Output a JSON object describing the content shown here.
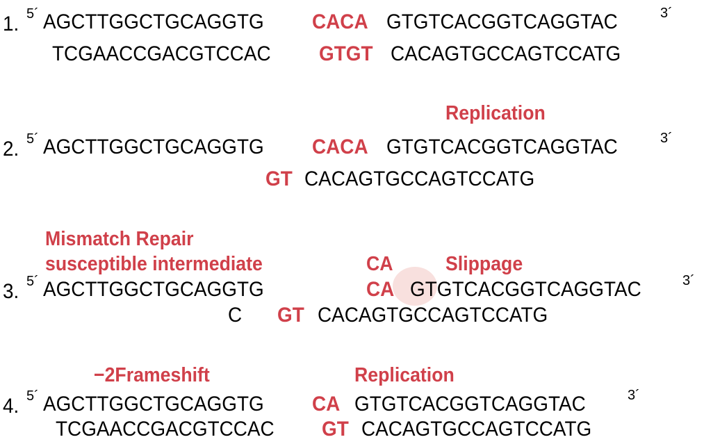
{
  "accent_color": "#d0404a",
  "prime5": "5´",
  "prime3": "3´",
  "steps": [
    {
      "number": "1.",
      "top_left": "AGCTTGGCTGCAGGTG",
      "top_red": "CACA",
      "top_right": "GTGTCACGGTCAGGTAC",
      "bottom_left": "TCGAACCGACGTCCAC",
      "bottom_red": "GTGT",
      "bottom_right": "CACAGTGCCAGTCCATG"
    },
    {
      "number": "2.",
      "label": "Replication",
      "top_left": "AGCTTGGCTGCAGGTG",
      "top_red": "CACA",
      "top_right": "GTGTCACGGTCAGGTAC",
      "bottom_red": "GT",
      "bottom_right": "CACAGTGCCAGTCCATG"
    },
    {
      "number": "3.",
      "label_line1": "Mismatch Repair",
      "label_line2": "susceptible intermediate",
      "loop_red": "CA",
      "label_slip": "Slippage",
      "top_left": "AGCTTGGCTGCAGGTG",
      "top_red": "CA",
      "top_right": "GTGTCACGGTCAGGTAC",
      "bottom_left": "C",
      "bottom_red": "GT",
      "bottom_right": "CACAGTGCCAGTCCATG"
    },
    {
      "number": "4.",
      "label_frameshift": "−2Frameshift",
      "label": "Replication",
      "top_left": "AGCTTGGCTGCAGGTG",
      "top_red": "CA",
      "top_right": "GTGTCACGGTCAGGTAC",
      "bottom_left": "TCGAACCGACGTCCAC",
      "bottom_red": "GT",
      "bottom_right": "CACAGTGCCAGTCCATG"
    }
  ]
}
